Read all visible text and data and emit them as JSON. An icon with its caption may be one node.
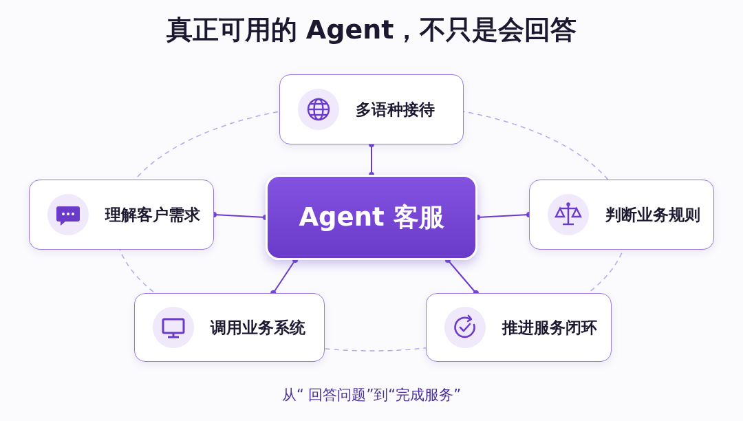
{
  "diagram": {
    "title": "真正可用的 Agent，不只是会回答",
    "caption": "从“ 回答问题”到“完成服务”",
    "nodes": [
      {
        "text": [
          "多语种接待"
        ]
      },
      {
        "text": [
          "理解客户需求"
        ]
      },
      {
        "text": [
          "Agent 客服"
        ]
      },
      {
        "text": [
          "判断业务规则"
        ]
      },
      {
        "text": [
          "调用业务系统"
        ]
      },
      {
        "text": [
          "推进服务闭环"
        ]
      }
    ],
    "edges": [
      {
        "from": 2,
        "to": 0,
        "arrow": "other"
      },
      {
        "from": 2,
        "to": 1,
        "arrow": "other"
      },
      {
        "from": 2,
        "to": 3,
        "arrow": "other"
      },
      {
        "from": 2,
        "to": 4,
        "arrow": "other"
      },
      {
        "from": 2,
        "to": 5,
        "arrow": "other"
      }
    ]
  }
}
